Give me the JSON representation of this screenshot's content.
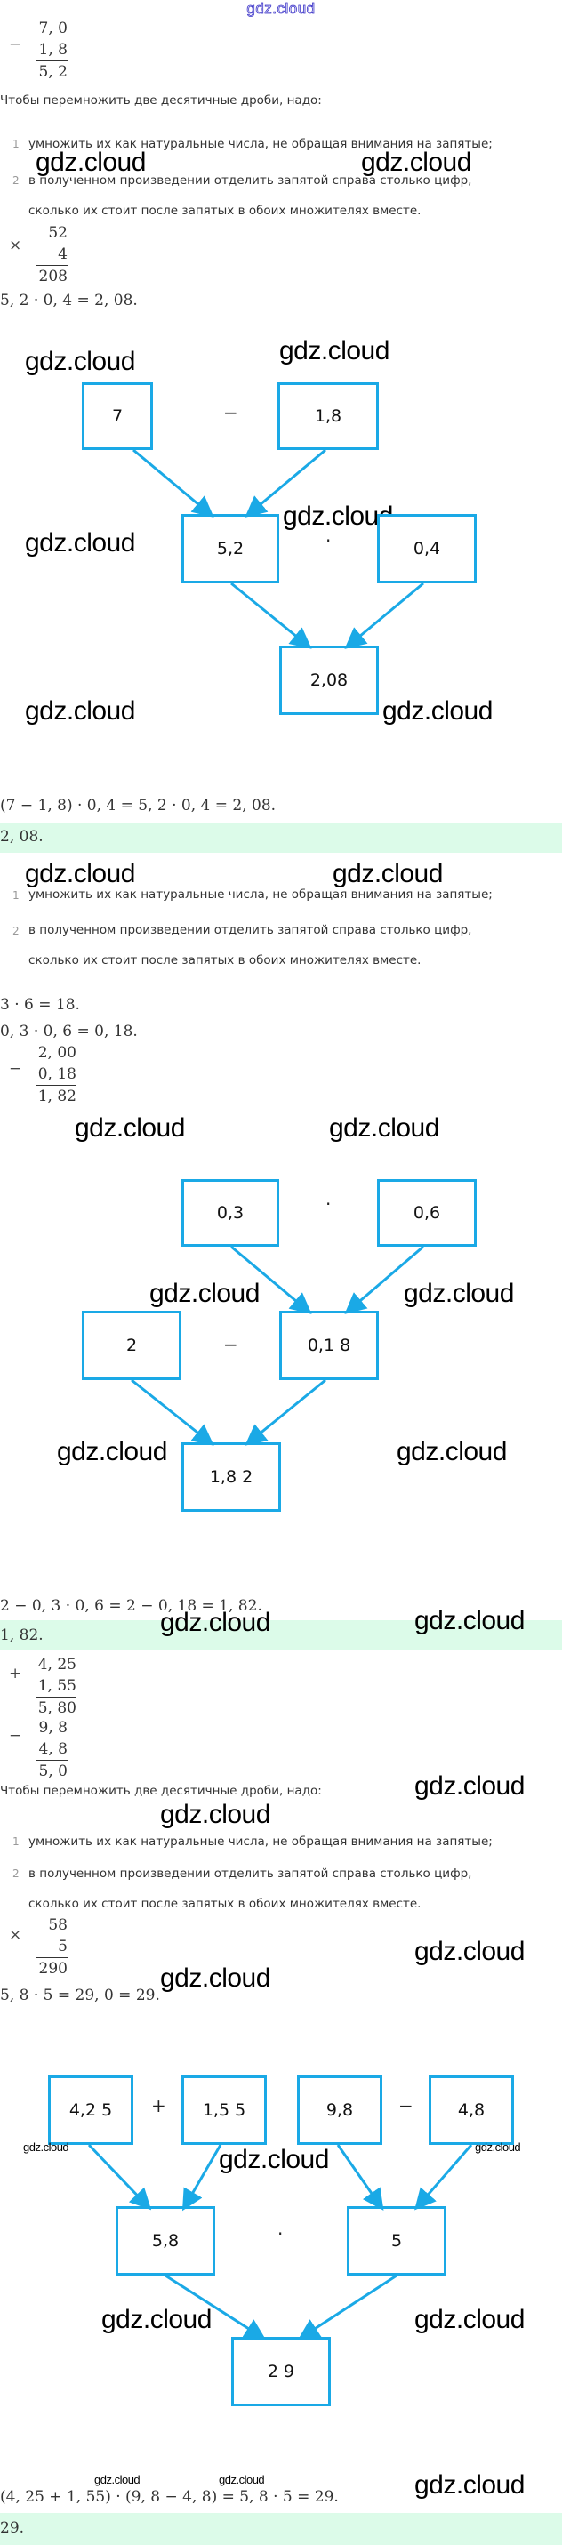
{
  "watermark": "gdz.cloud",
  "rule": {
    "intro": "Чтобы перемножить две десятичные дроби, надо:",
    "steps": [
      {
        "n": "1",
        "text": "умножить их как натуральные числа, не обращая внимания на запятые;"
      },
      {
        "n": "2",
        "text": "в полученном произведении отделить запятой справа столько цифр,"
      },
      {
        "n": "",
        "text": "сколько их стоит после запятых в обоих множителях вместе."
      }
    ]
  },
  "task1": {
    "column_sub": {
      "op": "−",
      "a": "7, 0",
      "b": "1, 8",
      "result": "5, 2"
    },
    "column_mul": {
      "op": "×",
      "a": "52",
      "b": "4",
      "result": "208"
    },
    "mul_line": "5, 2 · 0, 4 = 2, 08.",
    "diagram": {
      "boxes": [
        "7",
        "1,8",
        "5,2",
        "0,4",
        "2,08"
      ],
      "ops": [
        "−",
        "·"
      ]
    },
    "expression": "(7 − 1, 8) · 0, 4 = 5, 2 · 0, 4 = 2, 08.",
    "answer": "2, 08."
  },
  "task2": {
    "line1": "3 · 6 = 18.",
    "line2": "0, 3 · 0, 6 = 0, 18.",
    "column_sub": {
      "op": "−",
      "a": "2, 00",
      "b": "0, 18",
      "result": "1, 82"
    },
    "diagram": {
      "boxes": [
        "0,3",
        "0,6",
        "2",
        "0,1 8",
        "1,8 2"
      ],
      "ops": [
        "·",
        "−"
      ]
    },
    "expression": "2 − 0, 3 · 0, 6 = 2 − 0, 18 = 1, 82.",
    "answer": "1, 82."
  },
  "task3": {
    "column_add": {
      "op": "+",
      "a": "4, 25",
      "b": "1, 55",
      "result": "5, 80"
    },
    "column_sub": {
      "op": "−",
      "a": "9, 8",
      "b": "4, 8",
      "result": "5, 0"
    },
    "column_mul": {
      "op": "×",
      "a": "58",
      "b": "5",
      "result": "290"
    },
    "mul_line": "5, 8 · 5 = 29, 0 = 29.",
    "diagram": {
      "boxes": [
        "4,2 5",
        "1,5 5",
        "9,8",
        "4,8",
        "5,8",
        "5",
        "2 9"
      ],
      "ops": [
        "+",
        "−",
        "·"
      ]
    },
    "expression": "(4, 25 + 1, 55) · (9, 8 − 4, 8) = 5, 8 · 5 = 29.",
    "answer": "29."
  },
  "colors": {
    "box_border": "#1aa9e6",
    "answer_band": "#dcfbe9",
    "watermark_top": "#3a32c8"
  }
}
